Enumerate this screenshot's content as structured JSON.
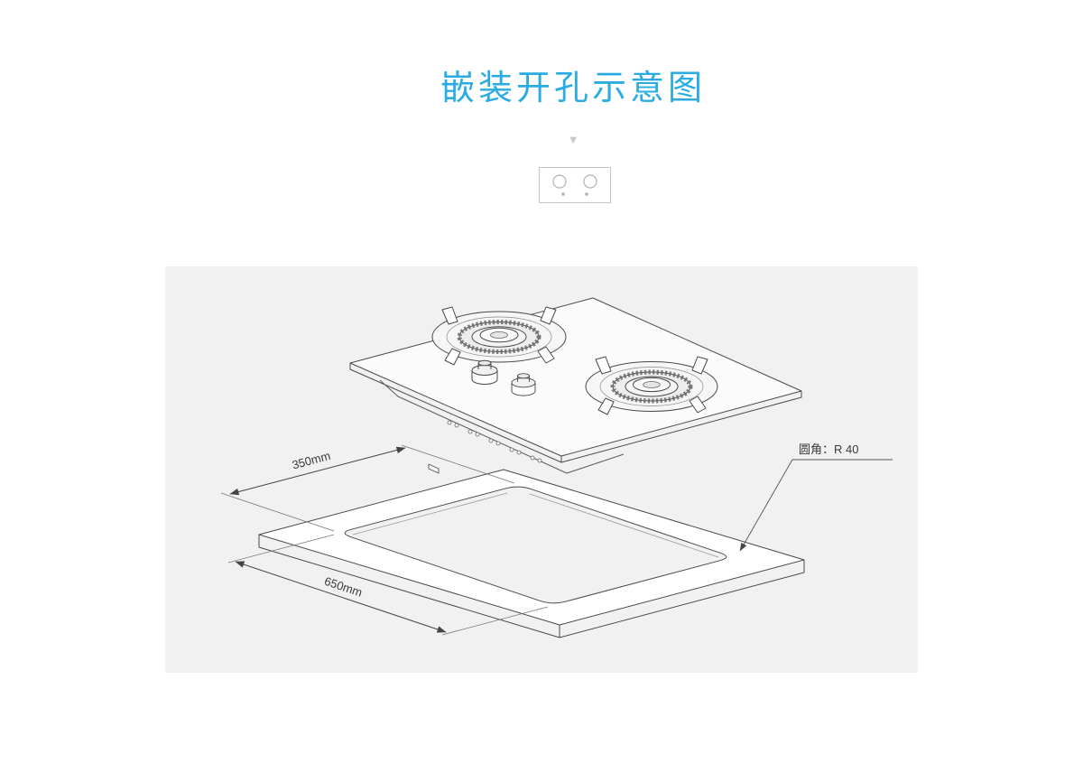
{
  "page": {
    "title": "嵌装开孔示意图",
    "title_color": "#2aace2",
    "background_color": "#ffffff",
    "panel_background_color": "#f1f1f1",
    "drawing_line_color": "#4a4a4a"
  },
  "header_icons": {
    "down_arrow": "▼"
  },
  "diagram": {
    "subject": "two-burner built-in gas hob above countertop cutout",
    "labels": {
      "cutout_width": "350mm",
      "cutout_length": "650mm",
      "corner_radius": "圆角：R 40"
    }
  }
}
